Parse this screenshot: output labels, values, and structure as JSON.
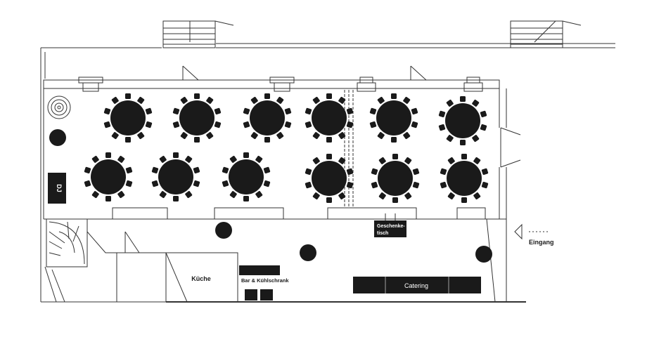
{
  "labels": {
    "dj": "DJ",
    "gift_table": "Geschenke-",
    "gift_table_2": "tisch",
    "entrance": "Eingang",
    "kitchen": "Küche",
    "bar": "Bar & Kühlschrank",
    "catering": "Catering"
  },
  "colors": {
    "ink": "#1a1a1a",
    "line": "#333333",
    "paper": "#ffffff"
  },
  "tables": {
    "round_table_count": 12,
    "chairs_per_table": 10
  }
}
